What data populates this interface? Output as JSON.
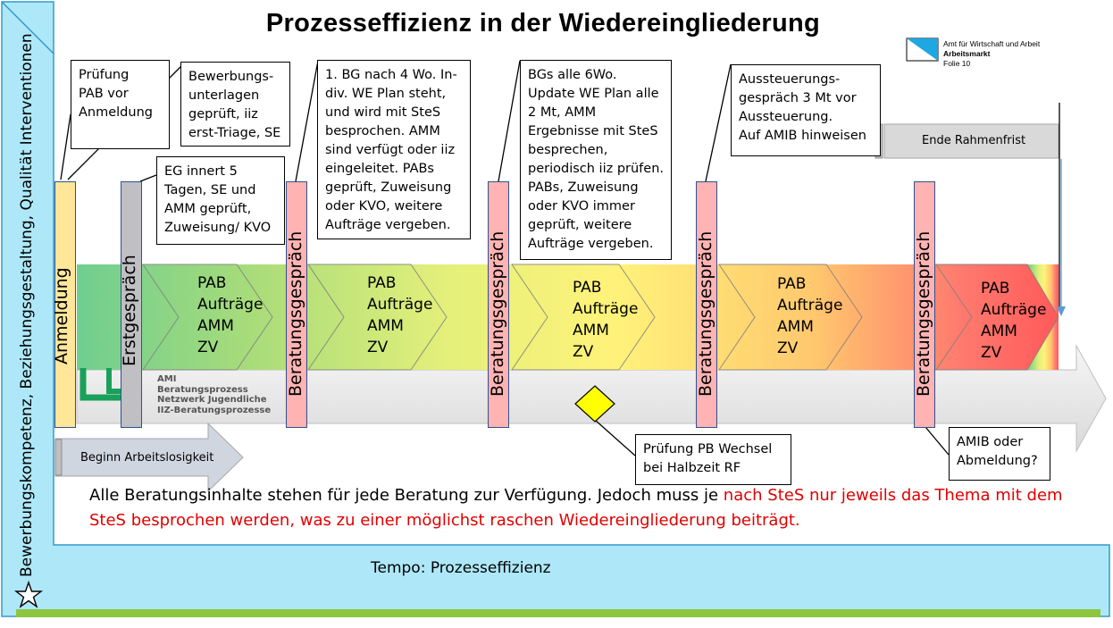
{
  "title": "Prozesseffizienz in der Wiedereingliederung",
  "logo": {
    "line1": "Amt für Wirtschaft und Arbeit",
    "line2": "Arbeitsmarkt",
    "line3": "Folie 10",
    "icon": "zurich-canton-flag-icon"
  },
  "axes": {
    "vertical": "Bewerbungskompetenz, Beziehungsgestaltung, Qualität Interventionen",
    "horizontal": "Tempo: Prozesseffizienz"
  },
  "milestones": [
    {
      "label": "Anmeldung",
      "color": "#ffe699"
    },
    {
      "label": "Erstgespräch",
      "color": "#bfbfc4"
    },
    {
      "label": "Beratungsgespräch",
      "color": "#ffb3b3"
    },
    {
      "label": "Beratungsgespräch",
      "color": "#ffb3b3"
    },
    {
      "label": "Beratungsgespräch",
      "color": "#ffb3b3"
    },
    {
      "label": "Beratungsgespräch",
      "color": "#ffb3b3"
    }
  ],
  "phases": [
    "PAB\nAufträge\nAMM\nZV",
    "PAB\nAufträge\nAMM\nZV",
    "PAB\nAufträge\nAMM\nZV",
    "PAB\nAufträge\nAMM\nZV",
    "PAB\nAufträge\nAMM\nZV"
  ],
  "callouts": {
    "pruefung_pab": "Prüfung\nPAB vor\nAnmeldung",
    "bewerbungsunterlagen": "Bewerbungs-\nunterlagen\ngeprüft, iiz\nerst-Triage, SE",
    "eg": "EG innert 5\nTagen, SE und\nAMM geprüft,\nZuweisung/ KVO",
    "bg1": "1. BG nach 4 Wo. In-\ndiv. WE Plan steht,\nund wird mit SteS\nbesprochen. AMM\nsind verfügt oder iiz\neingeleitet. PABs\ngeprüft, Zuweisung\noder KVO, weitere\nAufträge vergeben.",
    "bg_alle": "BGs alle 6Wo.\nUpdate WE Plan alle\n2 Mt,  AMM\nErgebnisse mit SteS\nbesprechen,\nperiodisch iiz prüfen.\nPABs, Zuweisung\noder KVO immer\ngeprüft, weitere\nAufträge vergeben.",
    "aussteuerung": "Aussteuerungs-\ngespräch 3 Mt vor\nAussteuerung.\nAuf AMIB hinweisen",
    "pruefung_pb": "Prüfung PB Wechsel\nbei Halbzeit RF",
    "amib": "AMIB oder\nAbmeldung?"
  },
  "process_arrow": "AMI\nBeratungsprozess\nNetzwerk Jugendliche\nIIZ-Beratungsprozesse",
  "start_arrow": "Beginn Arbeitslosigkeit",
  "end_arrow": "Ende Rahmenfrist",
  "note": {
    "black": "Alle Beratungsinhalte stehen für jede Beratung zur Verfügung. Jedoch muss je ",
    "red": "nach SteS nur jeweils das Thema mit dem SteS besprochen werden, was zu einer möglichst raschen Wiedereingliederung beiträgt."
  },
  "colors": {
    "frame": "#aee8f8",
    "frame_border": "#3399cc",
    "baseline": "#8cc63f",
    "diamond": "#ffff00",
    "green_arrow": "#1aa05a"
  }
}
